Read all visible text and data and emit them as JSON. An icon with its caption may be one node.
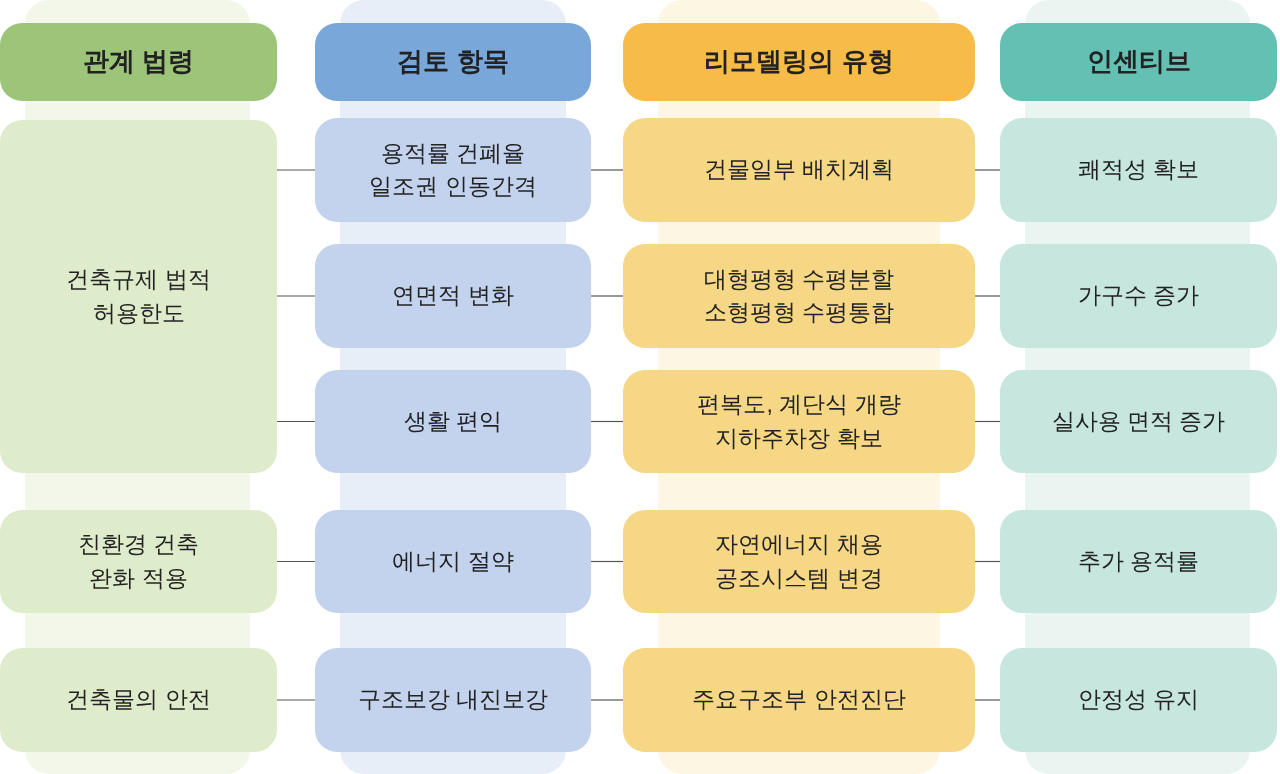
{
  "diagram": {
    "nodes": [
      {
        "text": [
          "관계 법령"
        ]
      },
      {
        "text": [
          "검토 항목"
        ]
      },
      {
        "text": [
          "리모델링의 유형"
        ]
      },
      {
        "text": [
          "인센티브"
        ]
      },
      {
        "text": [
          "건축규제 법적 허용한도"
        ]
      },
      {
        "text": [
          "친환경 건축 완화 적용"
        ]
      },
      {
        "text": [
          "건축물의 안전"
        ]
      },
      {
        "text": [
          "용적률 건폐율 일조권 인동간격"
        ]
      },
      {
        "text": [
          "연면적 변화"
        ]
      },
      {
        "text": [
          "생활 편익"
        ]
      },
      {
        "text": [
          "에너지 절약"
        ]
      },
      {
        "text": [
          "구조보강 내진보강"
        ]
      },
      {
        "text": [
          "건물일부 배치계획"
        ]
      },
      {
        "text": [
          "대형평형 수평분할 소형평형 수평통합"
        ]
      },
      {
        "text": [
          "편복도, 계단식 개량 지하주차장 확보"
        ]
      },
      {
        "text": [
          "자연에너지 채용 공조시스템 변경"
        ]
      },
      {
        "text": [
          "주요구조부 안전진단"
        ]
      },
      {
        "text": [
          "쾌적성 확보"
        ]
      },
      {
        "text": [
          "가구수 증가"
        ]
      },
      {
        "text": [
          "실사용 면적 증가"
        ]
      },
      {
        "text": [
          "추가 용적률"
        ]
      },
      {
        "text": [
          "안정성 유지"
        ]
      }
    ],
    "edges": [
      {
        "from": 4,
        "to": 7,
        "arrow": "none"
      },
      {
        "from": 4,
        "to": 8,
        "arrow": "none"
      },
      {
        "from": 4,
        "to": 9,
        "arrow": "none"
      },
      {
        "from": 5,
        "to": 10,
        "arrow": "none"
      },
      {
        "from": 6,
        "to": 11,
        "arrow": "none"
      },
      {
        "from": 7,
        "to": 12,
        "arrow": "none"
      },
      {
        "from": 8,
        "to": 13,
        "arrow": "none"
      },
      {
        "from": 9,
        "to": 14,
        "arrow": "none"
      },
      {
        "from": 10,
        "to": 15,
        "arrow": "none"
      },
      {
        "from": 11,
        "to": 16,
        "arrow": "none"
      },
      {
        "from": 12,
        "to": 17,
        "arrow": "none"
      },
      {
        "from": 13,
        "to": 18,
        "arrow": "none"
      },
      {
        "from": 14,
        "to": 19,
        "arrow": "none"
      },
      {
        "from": 15,
        "to": 20,
        "arrow": "none"
      },
      {
        "from": 16,
        "to": 21,
        "arrow": "none"
      }
    ]
  }
}
